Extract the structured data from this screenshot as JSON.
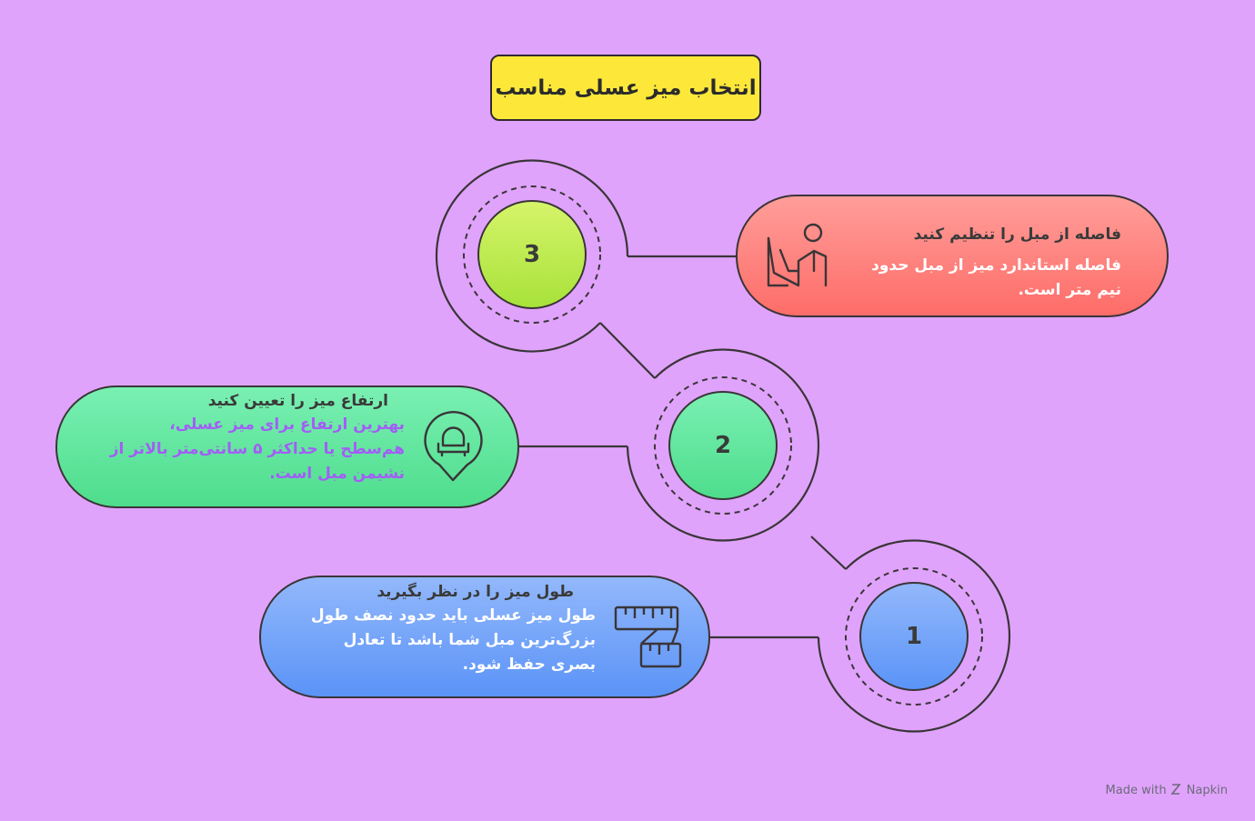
{
  "title": "انتخاب میز عسلی مناسب",
  "steps": [
    {
      "number": "1",
      "heading": "طول میز را در نظر بگیرید",
      "body": "طول میز عسلی باید حدود نصف طول بزرگ‌ترین مبل شما باشد تا تعادل بصری حفظ شود.",
      "icon": "ruler-icon",
      "fill_top": "#93b8fb",
      "fill_bottom": "#5a93f7",
      "text_color": "#ffffff"
    },
    {
      "number": "2",
      "heading": "ارتفاع میز را تعیین کنید",
      "body": "بهترین ارتفاع برای میز عسلی، هم‌سطح یا حداکثر ۵ سانتی‌متر بالاتر از نشیمن مبل است.",
      "icon": "armchair-pin-icon",
      "fill_top": "#7af0b3",
      "fill_bottom": "#4edd8c",
      "text_color": "#a35df7"
    },
    {
      "number": "3",
      "heading": "فاصله از مبل را تنظیم کنید",
      "body": "فاصله استاندارد میز از مبل حدود نیم متر است.",
      "icon": "person-sitting-icon",
      "fill_top": "#ff9e9a",
      "fill_bottom": "#fe6c68",
      "text_color": "#ffffff"
    }
  ],
  "footer": {
    "made_with": "Made with",
    "brand": "Napkin"
  }
}
